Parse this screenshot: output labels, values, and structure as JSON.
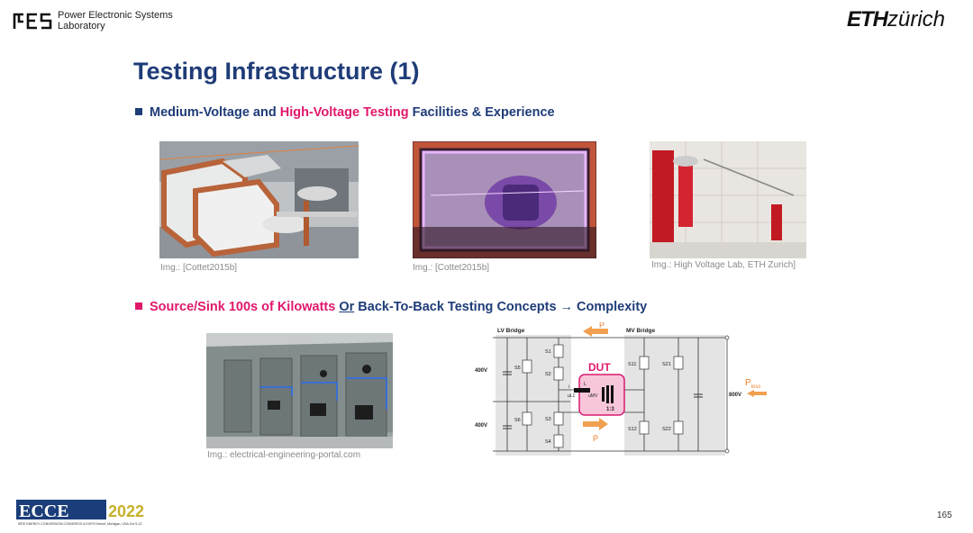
{
  "header": {
    "lab_name_line1": "Power Electronic Systems",
    "lab_name_line2": "Laboratory",
    "university_logo_bold": "ETH",
    "university_logo_rest": "zürich"
  },
  "slide": {
    "title": "Testing Infrastructure (1)",
    "bullet1": {
      "part1": "Medium-Voltage and ",
      "part2": "High-Voltage Testing",
      "part3": " Facilities & Experience"
    },
    "bullet2": {
      "part1": "Source/Sink 100s of Kilowatts ",
      "part2": "Or",
      "part3": " Back-To-Back Testing Concepts → Complexity"
    },
    "captions": {
      "img1": "Img.: [Cottet2015b]",
      "img2": "Img.: [Cottet2015b]",
      "img3": "Img.: High Voltage Lab, ETH Zurich]",
      "img4": "Img.: electrical-engineering-portal.com"
    },
    "circuit": {
      "lv_bridge": "LV Bridge",
      "mv_bridge": "MV Bridge",
      "dut": "DUT",
      "power_top": "P",
      "power_bottom": "P",
      "ploss": "P",
      "ploss_sub": "loss",
      "v_400_top": "400V",
      "v_400_bottom": "400V",
      "v_800": "800V",
      "ratio": "1:3",
      "inductor": "L",
      "s1": "S1",
      "s2": "S2",
      "s3": "S3",
      "s4": "S4",
      "s5": "S5",
      "s6": "S6",
      "s11": "S11",
      "s12": "S12",
      "s21": "S21",
      "s22": "S22",
      "u_l1": "uL1",
      "u_mv": "uMV",
      "i_l": "i"
    }
  },
  "footer": {
    "conference_logo": "ECCE 2022",
    "conference_sub": "IEEE ENERGY CONVERSION CONGRESS & EXPO  Detroit, Michigan, USA Oct 9-13",
    "page_number": "165"
  },
  "colors": {
    "title_blue": "#1f3c78",
    "accent_pink": "#e0186c",
    "arrow_orange": "#f0a050",
    "dut_fill": "#f7c6da"
  }
}
